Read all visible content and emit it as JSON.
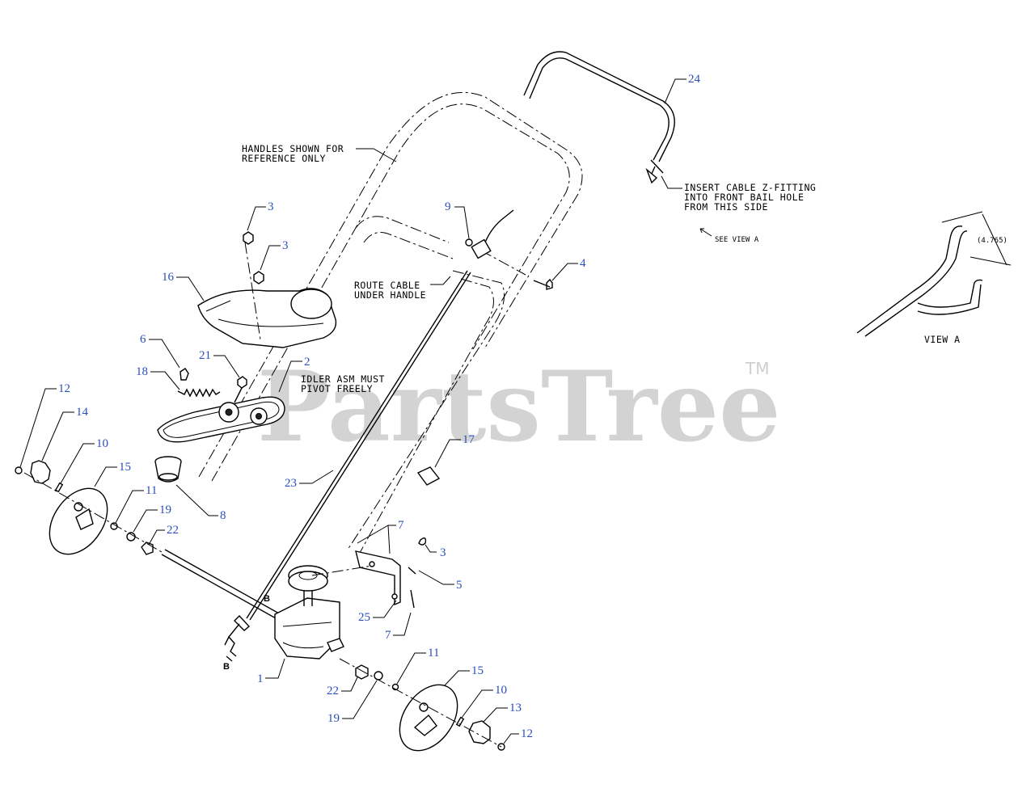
{
  "watermark": {
    "text": "PartsTree",
    "trademark": "TM"
  },
  "notes": {
    "handles": [
      "HANDLES SHOWN FOR",
      "REFERENCE ONLY"
    ],
    "insert_cable": [
      "INSERT CABLE Z-FITTING",
      "INTO FRONT BAIL HOLE",
      "FROM THIS SIDE"
    ],
    "see_view": "SEE VIEW A",
    "route_cable": [
      "ROUTE CABLE",
      "UNDER HANDLE"
    ],
    "idler": [
      "IDLER ASM MUST",
      "PIVOT FREELY"
    ],
    "view_a": "VIEW A",
    "dimension": "(4.765)",
    "b_label": "B"
  },
  "callouts": {
    "c1": "1",
    "c2": "2",
    "c3a": "3",
    "c3b": "3",
    "c3c": "3",
    "c4": "4",
    "c5": "5",
    "c6": "6",
    "c7a": "7",
    "c7b": "7",
    "c8": "8",
    "c9": "9",
    "c10a": "10",
    "c10b": "10",
    "c11a": "11",
    "c11b": "11",
    "c12a": "12",
    "c12b": "12",
    "c13": "13",
    "c14": "14",
    "c15a": "15",
    "c15b": "15",
    "c16": "16",
    "c17": "17",
    "c18": "18",
    "c19a": "19",
    "c19b": "19",
    "c21": "21",
    "c22a": "22",
    "c22b": "22",
    "c23": "23",
    "c24": "24",
    "c25": "25"
  }
}
